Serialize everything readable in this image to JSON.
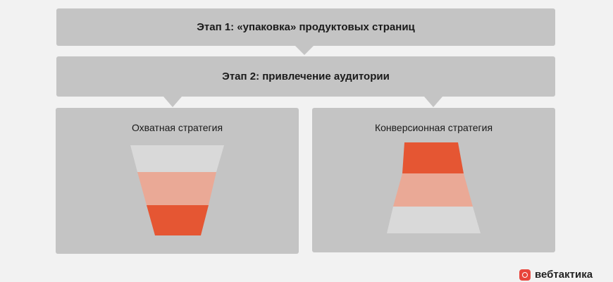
{
  "stage1": "Этап 1: «упаковка» продуктовых страниц",
  "stage2": "Этап 2: привлечение аудитории",
  "left_panel": {
    "title": "Охватная стратегия"
  },
  "right_panel": {
    "title": "Конверсионная стратегия"
  },
  "colors": {
    "light": "#d9d9d9",
    "mid": "#eaa996",
    "dark": "#e55633",
    "box": "#c4c4c4"
  },
  "logo": {
    "text": "вебтактика"
  }
}
